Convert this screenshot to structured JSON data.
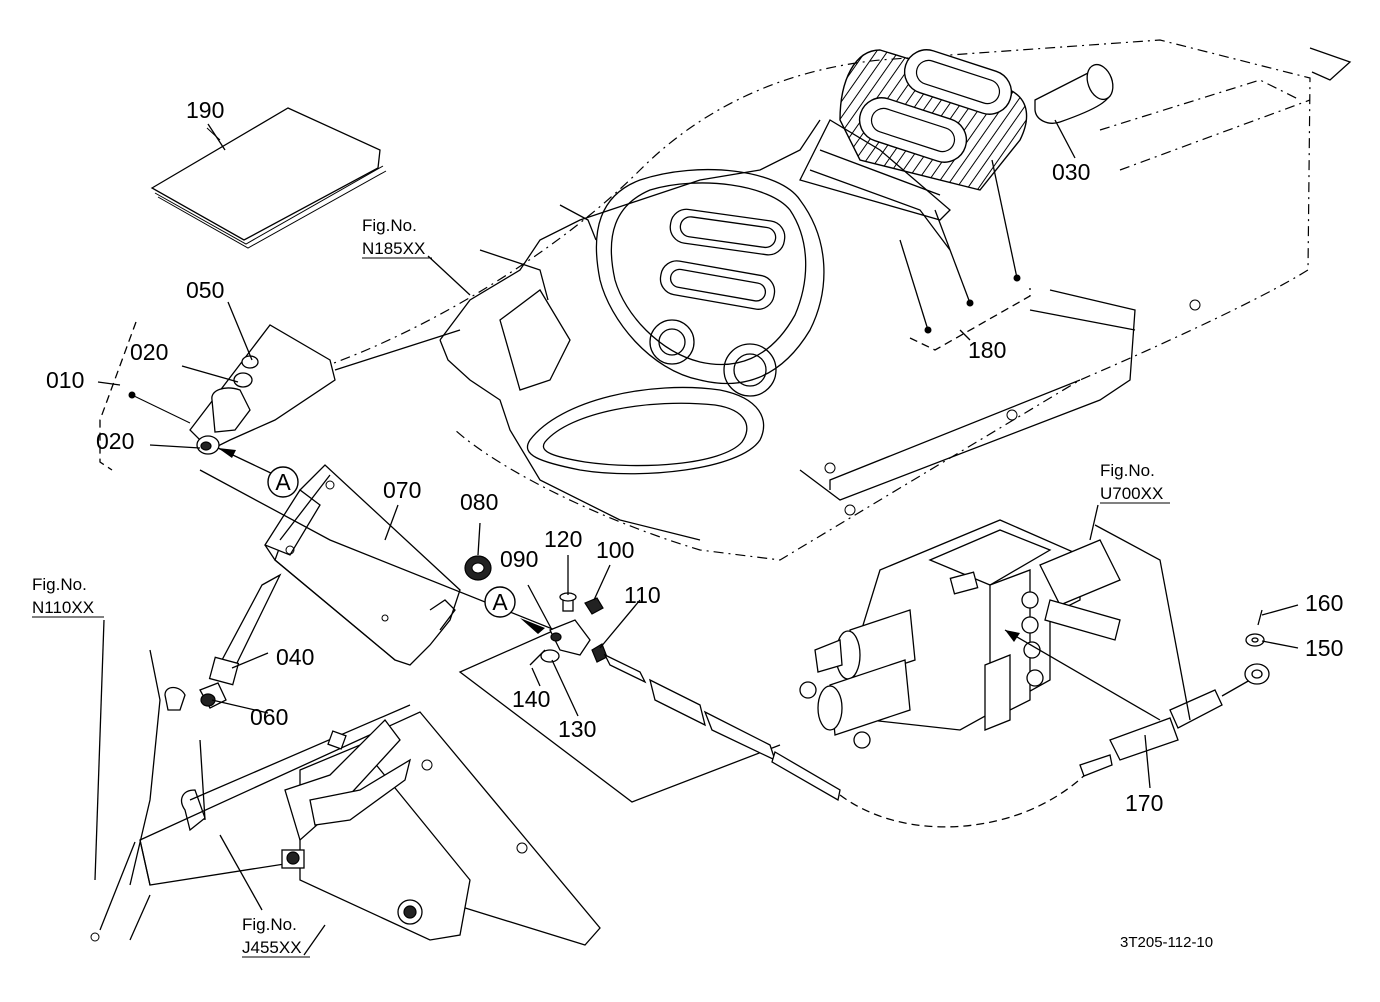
{
  "parts": {
    "p190": "190",
    "p050": "050",
    "p020a": "020",
    "p010": "010",
    "p020b": "020",
    "p070": "070",
    "p080": "080",
    "p090": "090",
    "p120": "120",
    "p100": "100",
    "p110": "110",
    "p140": "140",
    "p130": "130",
    "p040": "040",
    "p060": "060",
    "p030": "030",
    "p180": "180",
    "p160": "160",
    "p150": "150",
    "p170": "170"
  },
  "refs": {
    "figno_label": "Fig.No.",
    "n185": "N185XX",
    "u700": "U700XX",
    "n110": "N110XX",
    "j455": "J455XX"
  },
  "markers": {
    "a1": "A",
    "a2": "A"
  },
  "drawing_code": "3T205-112-10"
}
